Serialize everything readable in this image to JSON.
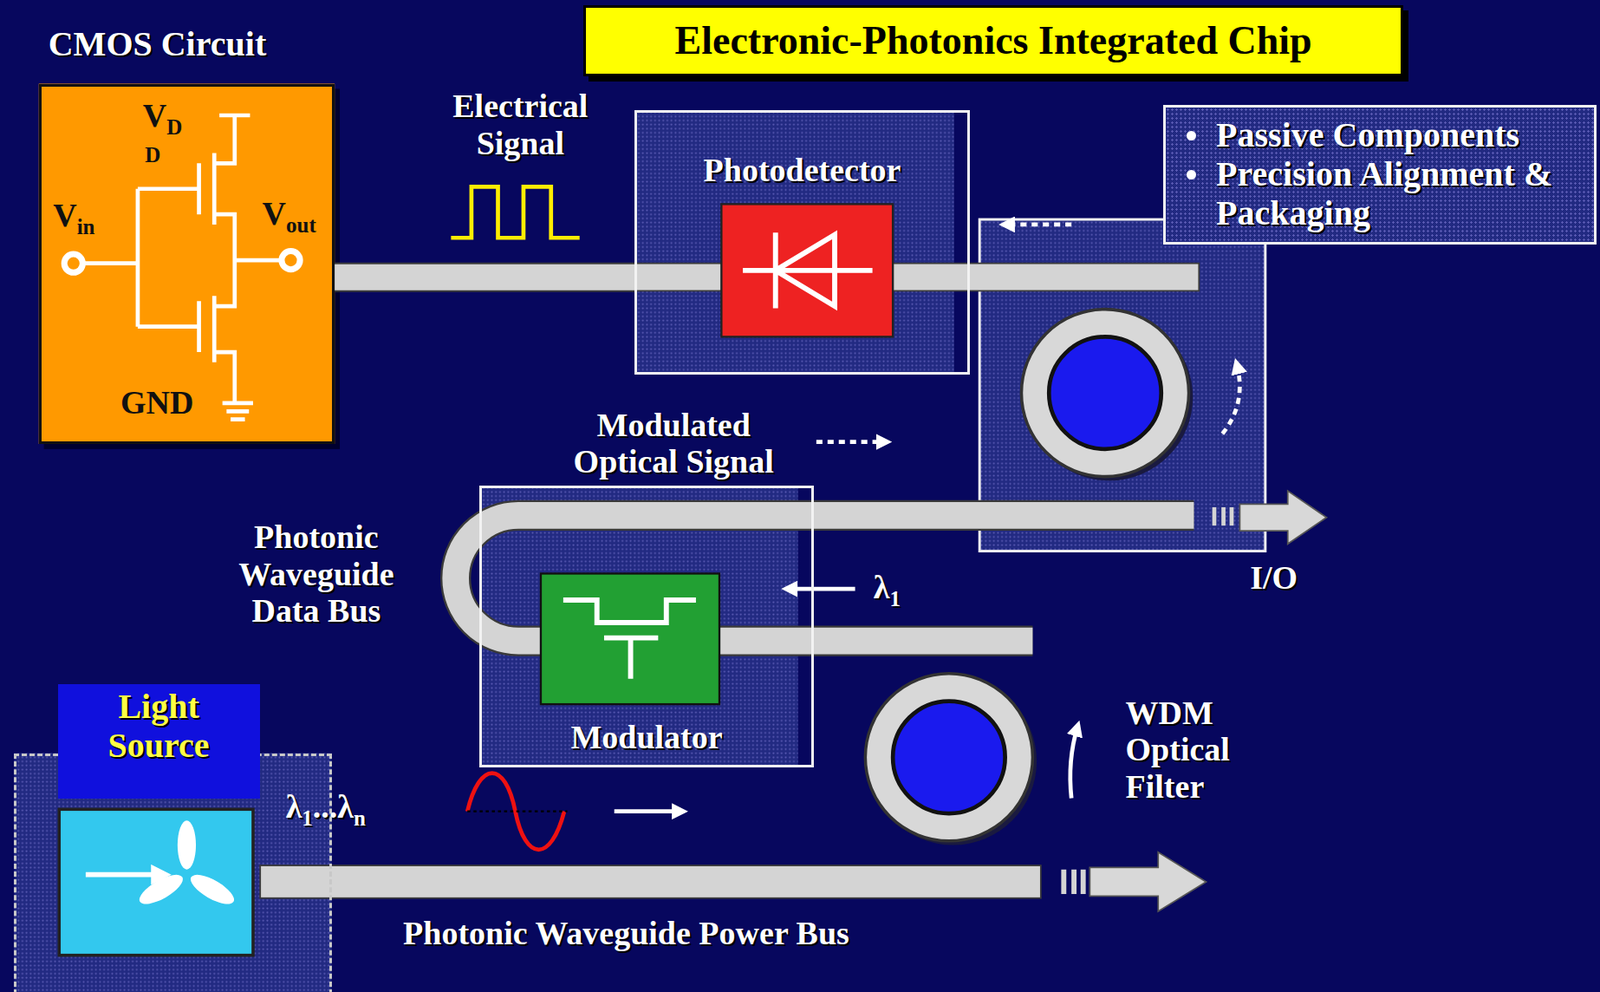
{
  "diagram": {
    "title": "Electronic-Photonics Integrated Chip",
    "nodes": [
      {
        "text": [
          "CMOS Circuit"
        ]
      },
      {
        "text": [
          "Photodetector"
        ]
      },
      {
        "text": [
          "Passive Components",
          "Precision Alignment & Packaging"
        ]
      },
      {
        "text": [
          "Modulator"
        ]
      },
      {
        "text": [
          "Light Source"
        ]
      },
      {
        "text": [
          "WDM Optical Filter"
        ]
      }
    ],
    "edges": [
      {
        "from": 0,
        "to": 1,
        "arrow": "none"
      }
    ],
    "labels": [
      "V",
      "D",
      "D",
      "V",
      "in",
      "V",
      "out",
      "GND",
      "Electrical Signal",
      "Modulated Optical Signal",
      "Photonic Waveguide Data Bus",
      "λ",
      "1",
      "I/O",
      "λ",
      "1",
      "...λ",
      "n",
      "Photonic Waveguide Power Bus"
    ]
  }
}
